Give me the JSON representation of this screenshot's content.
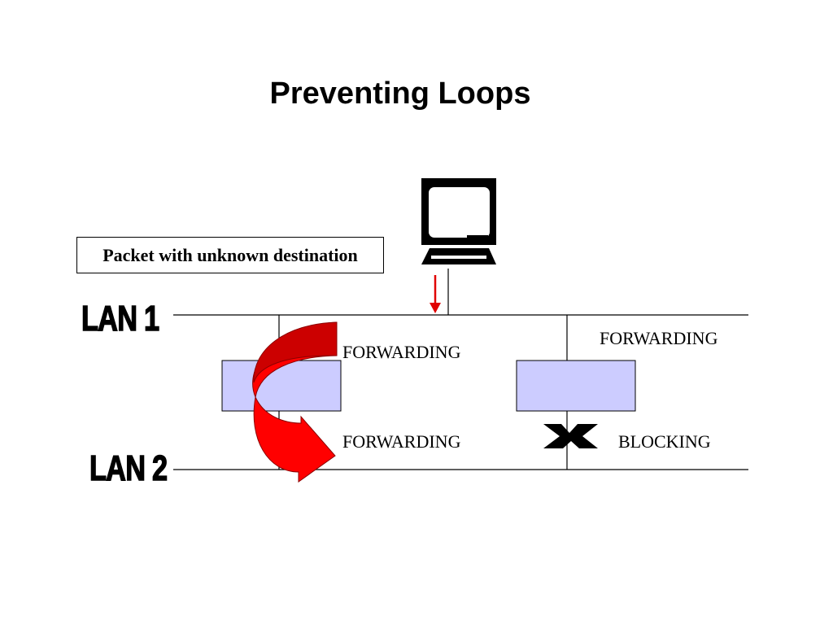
{
  "slide": {
    "title": "Preventing Loops",
    "callout": "Packet with unknown destination",
    "lan_labels": [
      "LAN 1",
      "LAN 2"
    ],
    "bridges": [
      {
        "top_port_state": "FORWARDING",
        "bottom_port_state": "FORWARDING"
      },
      {
        "top_port_state": "FORWARDING",
        "bottom_port_state": "BLOCKING"
      }
    ]
  },
  "colors": {
    "bridge_fill": "#ccccff",
    "arrow_red": "#ff0000",
    "arrow_dark_red": "#cc0000",
    "line": "#000000"
  },
  "icons": [
    "computer-icon",
    "packet-arrow-icon",
    "loop-arrow-icon",
    "blocked-x-icon"
  ]
}
